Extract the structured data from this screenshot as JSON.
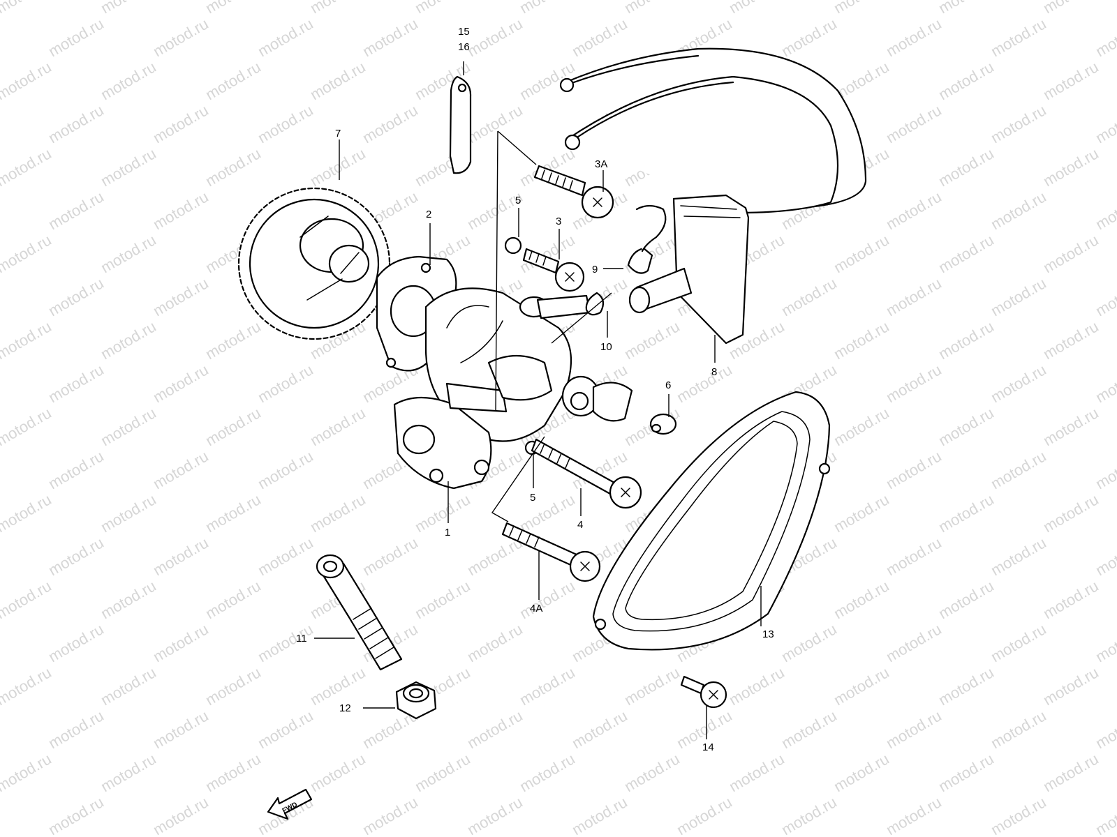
{
  "watermark": "motod.ru",
  "callouts": {
    "c1": "1",
    "c2": "2",
    "c3": "3",
    "c3a": "3A",
    "c4": "4",
    "c4a": "4A",
    "c5a": "5",
    "c5b": "5",
    "c6": "6",
    "c7": "7",
    "c8": "8",
    "c9": "9",
    "c10": "10",
    "c11": "11",
    "c12": "12",
    "c13": "13",
    "c14": "14",
    "c15": "15",
    "c16": "16"
  },
  "fwd": "FWD",
  "colors": {
    "line": "#000000",
    "watermark": "#d6d6d6",
    "background": "#ffffff"
  }
}
